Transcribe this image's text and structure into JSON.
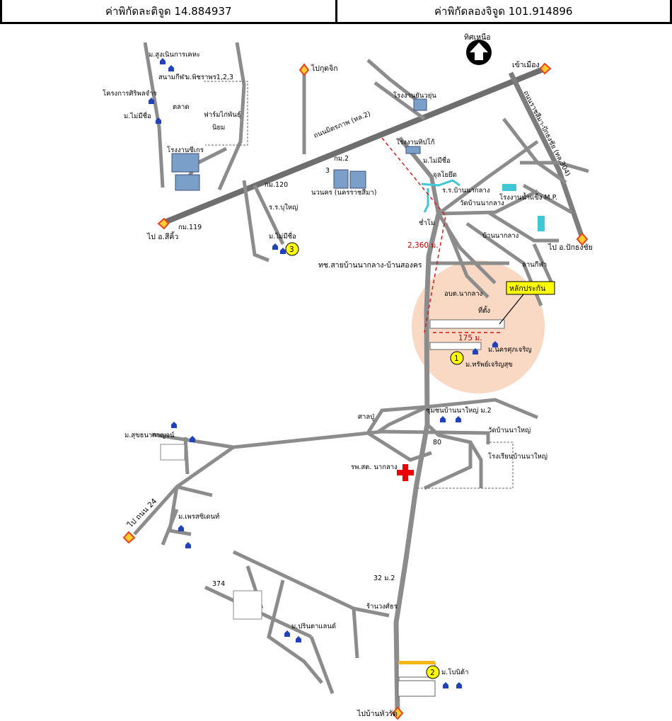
{
  "header": {
    "latitude_text": "ค่าพิกัดละติจูด 14.884937",
    "longitude_text": "ค่าพิกัดลองจิจูด 101.914896"
  },
  "map": {
    "north_label": "ทิศเหนือ",
    "arrows": {
      "to_city": "เข้าเมือง",
      "to_pak_thong_chai": "ไป อ.ปักธงชัย",
      "to_sikhio": "ไป อ.สีคิ้ว",
      "to_khuruchik": "ไปกุดจิก",
      "to_road_24": "ไป ถนน 24",
      "to_ban_hua_wat": "ไปบ้านหัวรัด"
    },
    "roads": {
      "mittraphap": "ถนนมิตรภาพ (ทล.2)",
      "road_304": "ถนนราชสีมา-ปักธงชัย (ทล.304)",
      "nakhon_rd": "ทช.สายบ้านนากลาง-บ้านสองคร"
    },
    "km_markers": {
      "km120": "กม.120",
      "km119": "กม.119",
      "km2": "กม.2",
      "three": "3",
      "m80": "80",
      "m32": "32 ม.2",
      "n374": "374"
    },
    "distances": {
      "d2360": "2,360 ม.",
      "d175": "175 ม."
    },
    "places": {
      "suranaree_tech": "ม.สูงเนินการเคหะ",
      "sanam_kila": "สนามกีฬา",
      "phitcharat": "ม.พิชราพร1,2,3",
      "siriphon": "โครงการศิริพลจำร",
      "mai_mi_chue_1": "ม.ไม่มีชื่อ",
      "talat": "ตลาด",
      "farm": "ฟาร์มไก่พันธุ์",
      "farm2": "นิยม",
      "rong_ngan_siko": "โรงงานซีเกร",
      "rong_ngan_yamyang": "โรงงานยันวยุ่น",
      "rong_ngan_tipto": "โรงงานทิปโก้",
      "mai_mi_chue_2": "ม.ไม่มีชื่อ",
      "chalerm": "จุลโยยึด",
      "rs_ban_na_klang": "ร.ร.บ้านนากลาง",
      "wat_ban_na_klang": "วัดบ้านนากลาง",
      "rong_ngan_nam_khaeng": "โรงงานน้ำแข็ง M.P.",
      "ban_na_klang": "บ้านนากลาง",
      "chamuan": "ช่ำโม",
      "sanam": "ลานกีฬา",
      "navanakorn": "นวนคร (นครราชสีมา)",
      "rs_bu_yai": "ร.ร.บุใหญ่",
      "mai_mi_chue_3": "ม.ไม่มีชื่อ",
      "obt_na_klang": "อบต.นากลาง",
      "lak_prakan": "หลักประกัน",
      "subject": "ที่ตั้ง",
      "nakhon_suphachoroen": "ม.นครศุภเจริญ",
      "sap_charoen_suk": "ม.ทรัพย์เจริญสุข",
      "sala": "ศาลปู่",
      "chumchon_na_yai": "ชุมชนบ้านนาใหญ่ ม.2",
      "wat_na_yai": "วัดบ้านนาใหญ่",
      "school_na_yai": "โรงเรียนบ้านนาใหญ่",
      "rpst": "รพ.สต. นากลาง",
      "suthon": "ม.สุขธนากาญจน์",
      "phrasiri": "ม.เพรสซิเดนท์",
      "rankrong": "ร้านวงศ์ธร",
      "prin_land": "ม.ปรินตาแลนด์",
      "bonita": "ม.โบนิต้า"
    },
    "numbers": {
      "one": "1",
      "two": "2",
      "three": "3"
    },
    "colors": {
      "road": "#8c8c8c",
      "highway": "#6e6e6e",
      "arrow_fill": "#ffcc33",
      "arrow_stroke": "#e8421a",
      "circle_fill": "#f9d9c4",
      "water": "#3fc7d6",
      "label_box": "#ffff00",
      "hospital": "#e8000b",
      "house": "#2142b8"
    }
  }
}
